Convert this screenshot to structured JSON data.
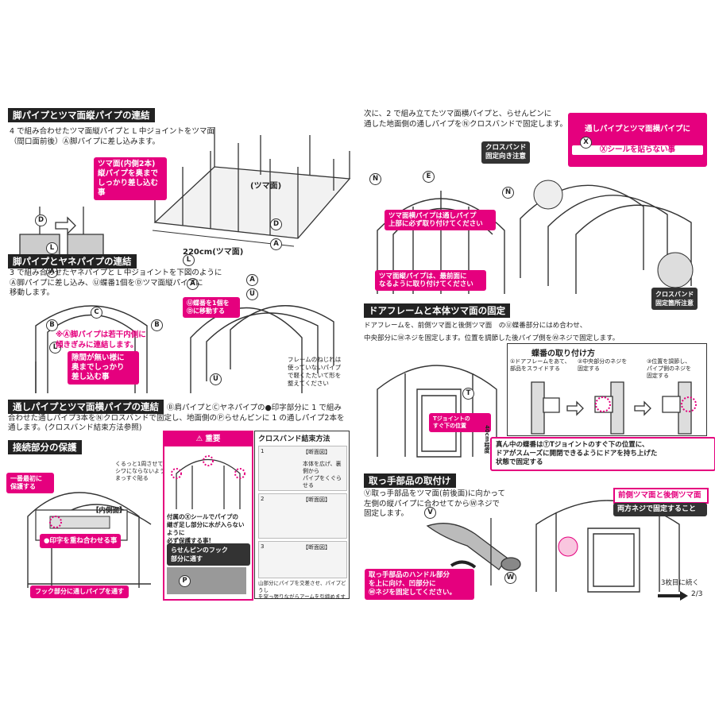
{
  "s1": {
    "title": "脚パイプとツマ面縦パイプの連結",
    "body": "4 で組み合わせたツマ面縦パイプと L 中ジョイントをツマ面\n（間口面前後）Ⓐ脚パイプに差し込みます。",
    "callout": "ツマ面(内側2本)\n縦パイプを奥まで\nしっかり差し込む事",
    "face_label": "(ツマ面)",
    "dim_label": "220cm(ツマ面)"
  },
  "s2": {
    "title": "脚パイプとヤネパイプの連結",
    "body": "3 で組み合わせたヤネパイプと L 中ジョイントを下図のように\nⒶ脚パイプに差し込み、Ⓤ蝶番1個をⒹツマ面縦パイプに\n移動します。",
    "note": "※Ⓐ脚パイプは若干内側に\n傾きぎみに連結します。",
    "callout": "隙間が無い様に\n奥までしっかり\n差し込む事",
    "hinge_callout": "Ⓤ蝶番を1個を\nⒹに移動する",
    "twist_note": "フレームのねじれは\n使っていないパイプ\nで軽くたたいて形を\n整えてください"
  },
  "s3": {
    "title": "通しパイプとツマ面横パイプの連結",
    "body": "Ⓑ肩パイプとⒸヤネパイプの●印字部分に 1 で組み\n合わせた通しパイプ3本をⓃクロスバンドで固定し、地面側のⓅらせんピンに 1 の通しパイプ2本を\n通します。(クロスバンド結束方法参照)"
  },
  "s4": {
    "title": "接続部分の保護",
    "curl_note": "くるっと1周させて\nシワにならないよう\nまっすぐ貼る",
    "first_label": "一番最初に\n保護する",
    "inner_label": "【内側面】",
    "align_label": "●印字を重ね合わせる事",
    "hook_label": "フック部分に通しパイプを通す"
  },
  "important": {
    "header": "⚠ 重要",
    "text": "付属のⓍシールでパイプの\n継ぎ足し部分に水が入らないように\n必ず保護する事!",
    "spiral_label": "らせんピンのフック\n部分に通す"
  },
  "crossband": {
    "title": "クロスバンド結束方法",
    "step1": "本体を広げ、裏側から\nパイプをくぐらせる",
    "step2": "",
    "step3": "山部分にパイプを交差させ、パイプどうし\nを突っ張りながらアームを引締めます",
    "view_label": "【断面図】"
  },
  "s5": {
    "body": "次に、2 で組み立てたツマ面横パイプと、らせんピンに\n通した地面側の通しパイプをⓃクロスバンドで固定します。",
    "warn_title": "通しパイプとツマ面横パイプに",
    "warn_sub": "Ⓧシールを貼らない事",
    "cross_note": "クロスバンド\n固定向き注意",
    "top_callout": "ツマ面横パイプは通しパイプ\n上部に必ず取り付けてください",
    "front_callout": "ツマ面縦パイプは、最前面に\nなるように取り付けてください",
    "fix_note": "クロスバンド\n固定箇所注意"
  },
  "s6": {
    "title": "ドアフレームと本体ツマ面の固定",
    "body": "ドアフレームを、前側ツマ面と後側ツマ面　のⓊ蝶番部分にはめ合わせ、\n中央部分にⓌネジを固定します。位置を調節した後パイプ側をⓌネジで固定します。",
    "hinge_title": "蝶番の取り付け方",
    "step1": "①ドアフレームをあて、\n部品をスライドする",
    "step2": "②中央部分のネジを\n固定する",
    "step3": "③位置を調節し、\nパイプ側のネジを\n固定する",
    "t_label": "Tジョイントの\nすぐ下の位置",
    "height_label": "40cm程度",
    "middle_callout": "真ん中の蝶番はⓉTジョイントのすぐ下の位置に、\nドアがスムーズに開閉できるようにドアを持ち上げた\n状態で固定する"
  },
  "s7": {
    "title": "取っ手部品の取付け",
    "body": "Ⓥ取っ手部品をツマ面(前後面)に向かって\n左側の縦パイプに合わせてからⓌネジで\n固定します。",
    "handle_callout": "取っ手部品のハンドル部分\nを上に向け、凹部分に\nⓌネジを固定してください。",
    "label1": "前側ツマ面と後側ツマ面",
    "label2": "両方ネジで固定すること"
  },
  "footer": {
    "next": "3枚目に続く",
    "page": "2/3"
  },
  "colors": {
    "accent": "#e5007e",
    "ink": "#222222"
  }
}
